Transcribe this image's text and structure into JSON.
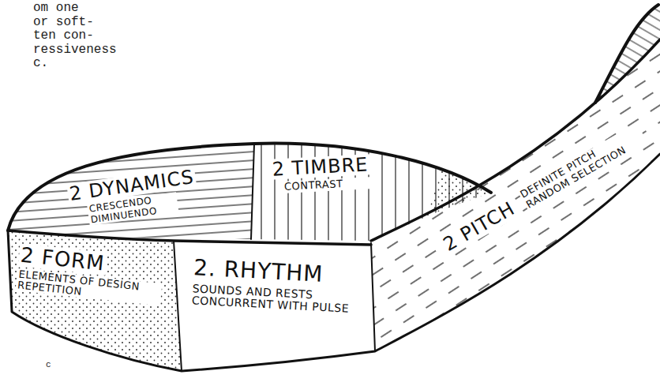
{
  "diagram": {
    "nodes": [
      {
        "text": [
          "2 DYNAMICS",
          "CRESCENDO DIMINUENDO"
        ]
      },
      {
        "text": [
          "2 TIMBRE",
          "CONTRAST"
        ]
      },
      {
        "text": [
          "2 PITCH",
          "DEFINITE PITCH RANDOM SELECTION"
        ]
      },
      {
        "text": [
          "2 FORM",
          "ELEMENTS OF DESIGN REPETITION"
        ]
      },
      {
        "text": [
          "2. RHYTHM",
          "SOUNDS AND RESTS CONCURRENT WITH PULSE"
        ]
      }
    ],
    "labels": [
      "om one",
      "or soft-",
      "ten con-",
      "ressiveness",
      "c.",
      "c"
    ]
  }
}
